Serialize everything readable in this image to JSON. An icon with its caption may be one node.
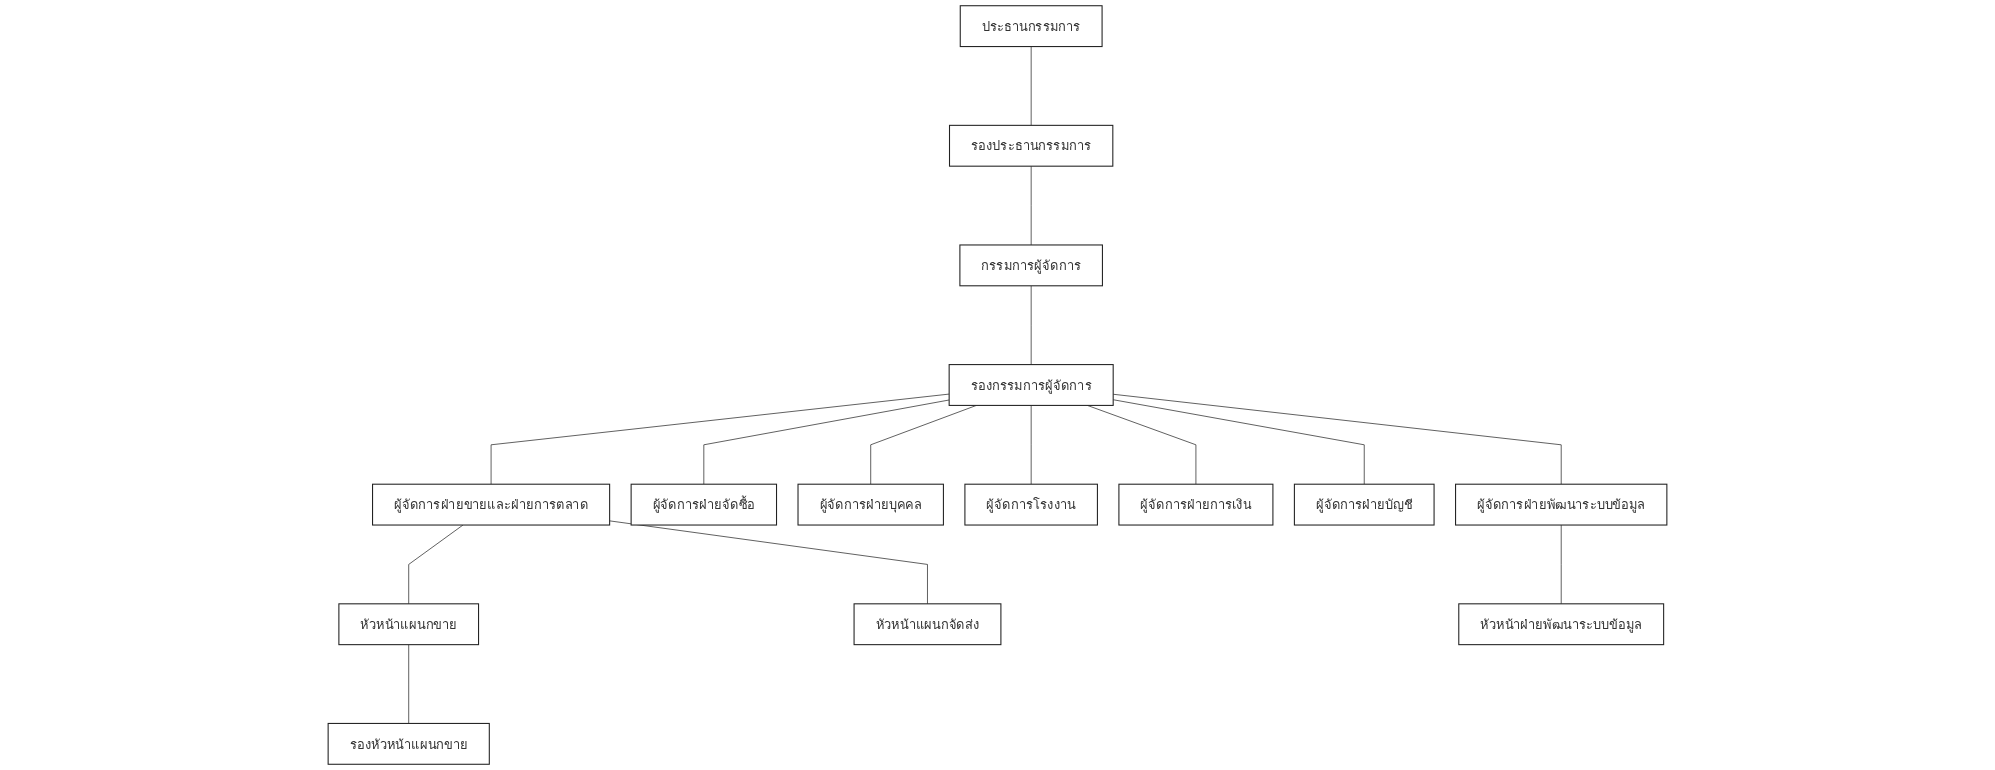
{
  "diagram": {
    "nodes": [
      {
        "text": [
          "ประธานกรรมการ"
        ]
      },
      {
        "text": [
          "รองประธานกรรมการ"
        ]
      },
      {
        "text": [
          "กรรมการผู้จัดการ"
        ]
      },
      {
        "text": [
          "รองกรรมการผู้จัดการ"
        ]
      },
      {
        "text": [
          "ผู้จัดการฝ่ายขายและฝ่ายการตลาด"
        ]
      },
      {
        "text": [
          "ผู้จัดการฝ่ายจัดซื้อ"
        ]
      },
      {
        "text": [
          "ผู้จัดการฝ่ายบุคคล"
        ]
      },
      {
        "text": [
          "ผู้จัดการโรงงาน"
        ]
      },
      {
        "text": [
          "ผู้จัดการฝ่ายการเงิน"
        ]
      },
      {
        "text": [
          "ผู้จัดการฝ่ายบัญชี"
        ]
      },
      {
        "text": [
          "ผู้จัดการฝ่ายพัฒนาระบบข้อมูล"
        ]
      },
      {
        "text": [
          "หัวหน้าแผนกขาย"
        ]
      },
      {
        "text": [
          "หัวหน้าแผนกจัดส่ง"
        ]
      },
      {
        "text": [
          "หัวหน้าฝ่ายพัฒนาระบบข้อมูล"
        ]
      },
      {
        "text": [
          "รองหัวหน้าแผนกขาย"
        ]
      }
    ],
    "edges": [
      {
        "from": 0,
        "to": 1,
        "arrow": "none"
      },
      {
        "from": 1,
        "to": 2,
        "arrow": "none"
      },
      {
        "from": 2,
        "to": 3,
        "arrow": "none"
      },
      {
        "from": 3,
        "to": 4,
        "arrow": "none"
      },
      {
        "from": 3,
        "to": 5,
        "arrow": "none"
      },
      {
        "from": 3,
        "to": 6,
        "arrow": "none"
      },
      {
        "from": 3,
        "to": 7,
        "arrow": "none"
      },
      {
        "from": 3,
        "to": 8,
        "arrow": "none"
      },
      {
        "from": 3,
        "to": 9,
        "arrow": "none"
      },
      {
        "from": 3,
        "to": 10,
        "arrow": "none"
      },
      {
        "from": 4,
        "to": 11,
        "arrow": "none"
      },
      {
        "from": 4,
        "to": 12,
        "arrow": "none"
      },
      {
        "from": 10,
        "to": 13,
        "arrow": "none"
      },
      {
        "from": 11,
        "to": 14,
        "arrow": "none"
      }
    ]
  }
}
